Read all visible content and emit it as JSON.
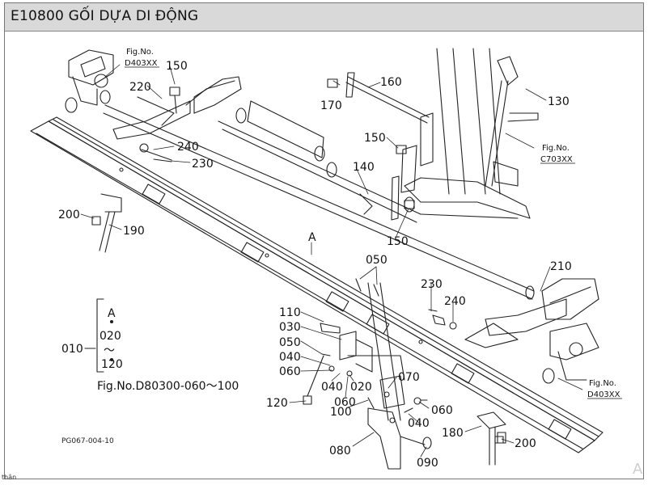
{
  "title": "E10800 GỐI DỰA DI ĐỘNG",
  "figure_code": "PG067-004-10",
  "footnote": "thân",
  "watermark": "A",
  "view_label": "A",
  "fig_refs": [
    {
      "id": "ref-top-left",
      "line1": "Fig.No.",
      "line2": "D403XX"
    },
    {
      "id": "ref-right-mid",
      "line1": "Fig.No.",
      "line2": "C703XX"
    },
    {
      "id": "ref-bottom-right",
      "line1": "Fig.No.",
      "line2": "D403XX"
    }
  ],
  "part_labels": {
    "p150a": "150",
    "p220": "220",
    "p240a": "240",
    "p230a": "230",
    "p170": "170",
    "p160": "160",
    "p130": "130",
    "p150b": "150",
    "p140": "140",
    "p150c": "150",
    "p200a": "200",
    "p190": "190",
    "p050a": "050",
    "p230b": "230",
    "p240b": "240",
    "p210": "210",
    "p110": "110",
    "p030": "030",
    "p050b": "050",
    "p040a": "040",
    "p060a": "060",
    "p040b": "040",
    "p020": "020",
    "p060b": "060",
    "p070": "070",
    "p060c": "060",
    "p040c": "040",
    "p120": "120",
    "p100": "100",
    "p080": "080",
    "p090": "090",
    "p180": "180",
    "p200b": "200"
  },
  "range_group": {
    "label": "010",
    "line1": "A",
    "line2": "020",
    "line3": "～",
    "line4": "120",
    "line5": "Fig.No.D80300-060～100"
  }
}
